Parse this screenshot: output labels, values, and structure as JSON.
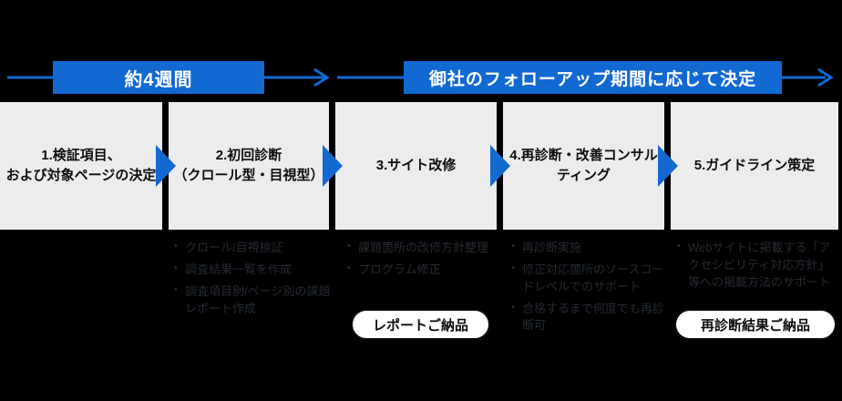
{
  "colors": {
    "accent_blue": "#1269d2",
    "box_bg": "#ececec",
    "page_bg": "#000000",
    "muted_text": "#252a33"
  },
  "timeline": {
    "phase1": {
      "label": "約4週間"
    },
    "phase2": {
      "label": "御社のフォローアップ期間に応じて決定"
    }
  },
  "steps": [
    {
      "title": "1.検証項目、\nおよび対象ページの決定"
    },
    {
      "title": "2.初回診断\n（クロール型・目視型）"
    },
    {
      "title": "3.サイト改修"
    },
    {
      "title": "4.再診断・改善コンサル\nティング"
    },
    {
      "title": "5.ガイドライン策定"
    }
  ],
  "details": [
    {
      "bullets": []
    },
    {
      "bullets": [
        "クロール/目視検証",
        "調査結果一覧を作成",
        "調査項目別/ページ別の課題レポート作成"
      ]
    },
    {
      "bullets": [
        "課題箇所の改修方針整理",
        "プログラム修正"
      ],
      "deliverable": "レポートご納品"
    },
    {
      "bullets": [
        "再診断実施",
        "修正対応箇所のソースコードレベルでのサポート",
        "合格するまで何度でも再診断可"
      ]
    },
    {
      "bullets": [
        "Webサイトに掲載する「アクセシビリティ対応方針」等への掲載方法のサポート"
      ],
      "deliverable": "再診断結果ご納品"
    }
  ]
}
